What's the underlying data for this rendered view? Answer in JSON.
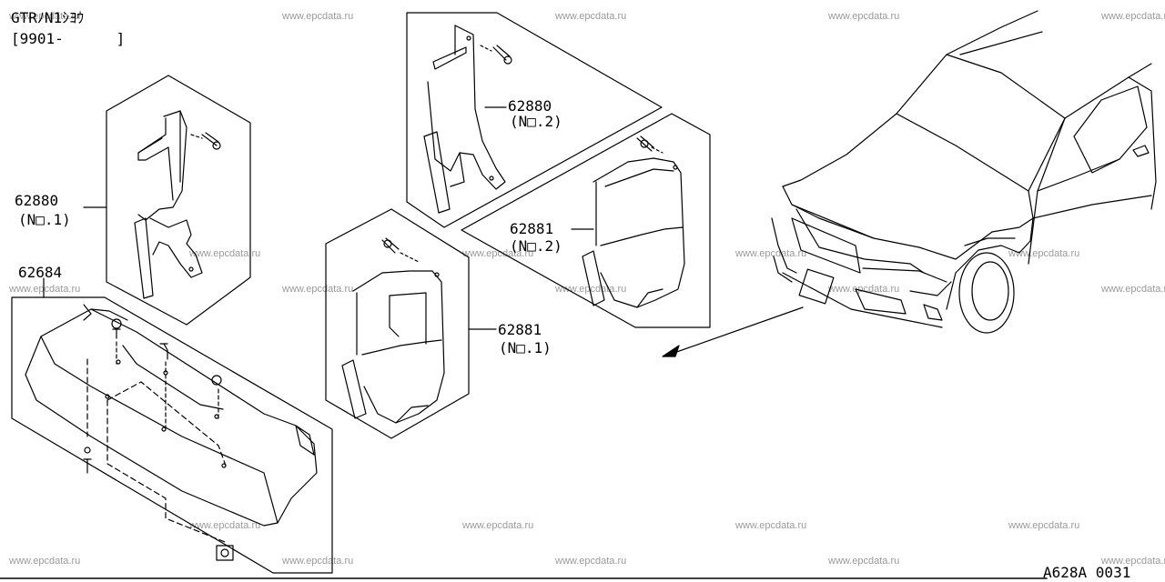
{
  "header": {
    "model_line": "GTRﾉN1ｼﾖｳ",
    "date_range": "[9901-      ]"
  },
  "parts": {
    "p62880_n1": {
      "number": "62880",
      "note": "(N□.1)"
    },
    "p62880_n2": {
      "number": "62880",
      "note": "(N□.2)"
    },
    "p62881_n2": {
      "number": "62881",
      "note": "(N□.2)"
    },
    "p62881_n1": {
      "number": "62881",
      "note": "(N□.1)"
    },
    "p62684": {
      "number": "62684"
    }
  },
  "footer": {
    "diagram_code": "A628A 0031"
  },
  "watermark": "www.epcdata.ru",
  "colors": {
    "line": "#000000",
    "watermark": "#9a9a9a",
    "background": "#ffffff"
  }
}
